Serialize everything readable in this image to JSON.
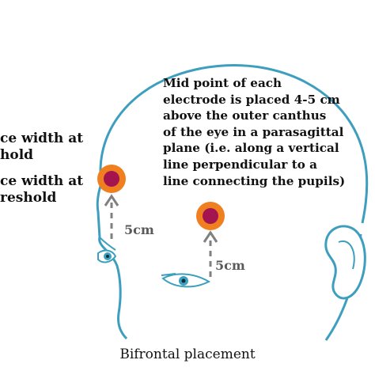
{
  "left_labels": [
    "ce width at",
    "hold",
    "ce width at",
    "reshold"
  ],
  "description_lines": [
    "Mid point of each",
    "electrode is placed 4-5 cm",
    "above the outer canthus",
    "of the eye in a parasagittal",
    "plane (i.e. along a vertical",
    "line perpendicular to a",
    "line connecting the pupils)"
  ],
  "distance_labels": {
    "temple": "5cm",
    "forehead": "5cm"
  },
  "caption": "Bifrontal placement",
  "colors": {
    "outline": "#3d9fbd",
    "electrode_ring": "#f07f1f",
    "electrode_core": "#a4144e",
    "arrow": "#808080",
    "text": "#111111"
  }
}
